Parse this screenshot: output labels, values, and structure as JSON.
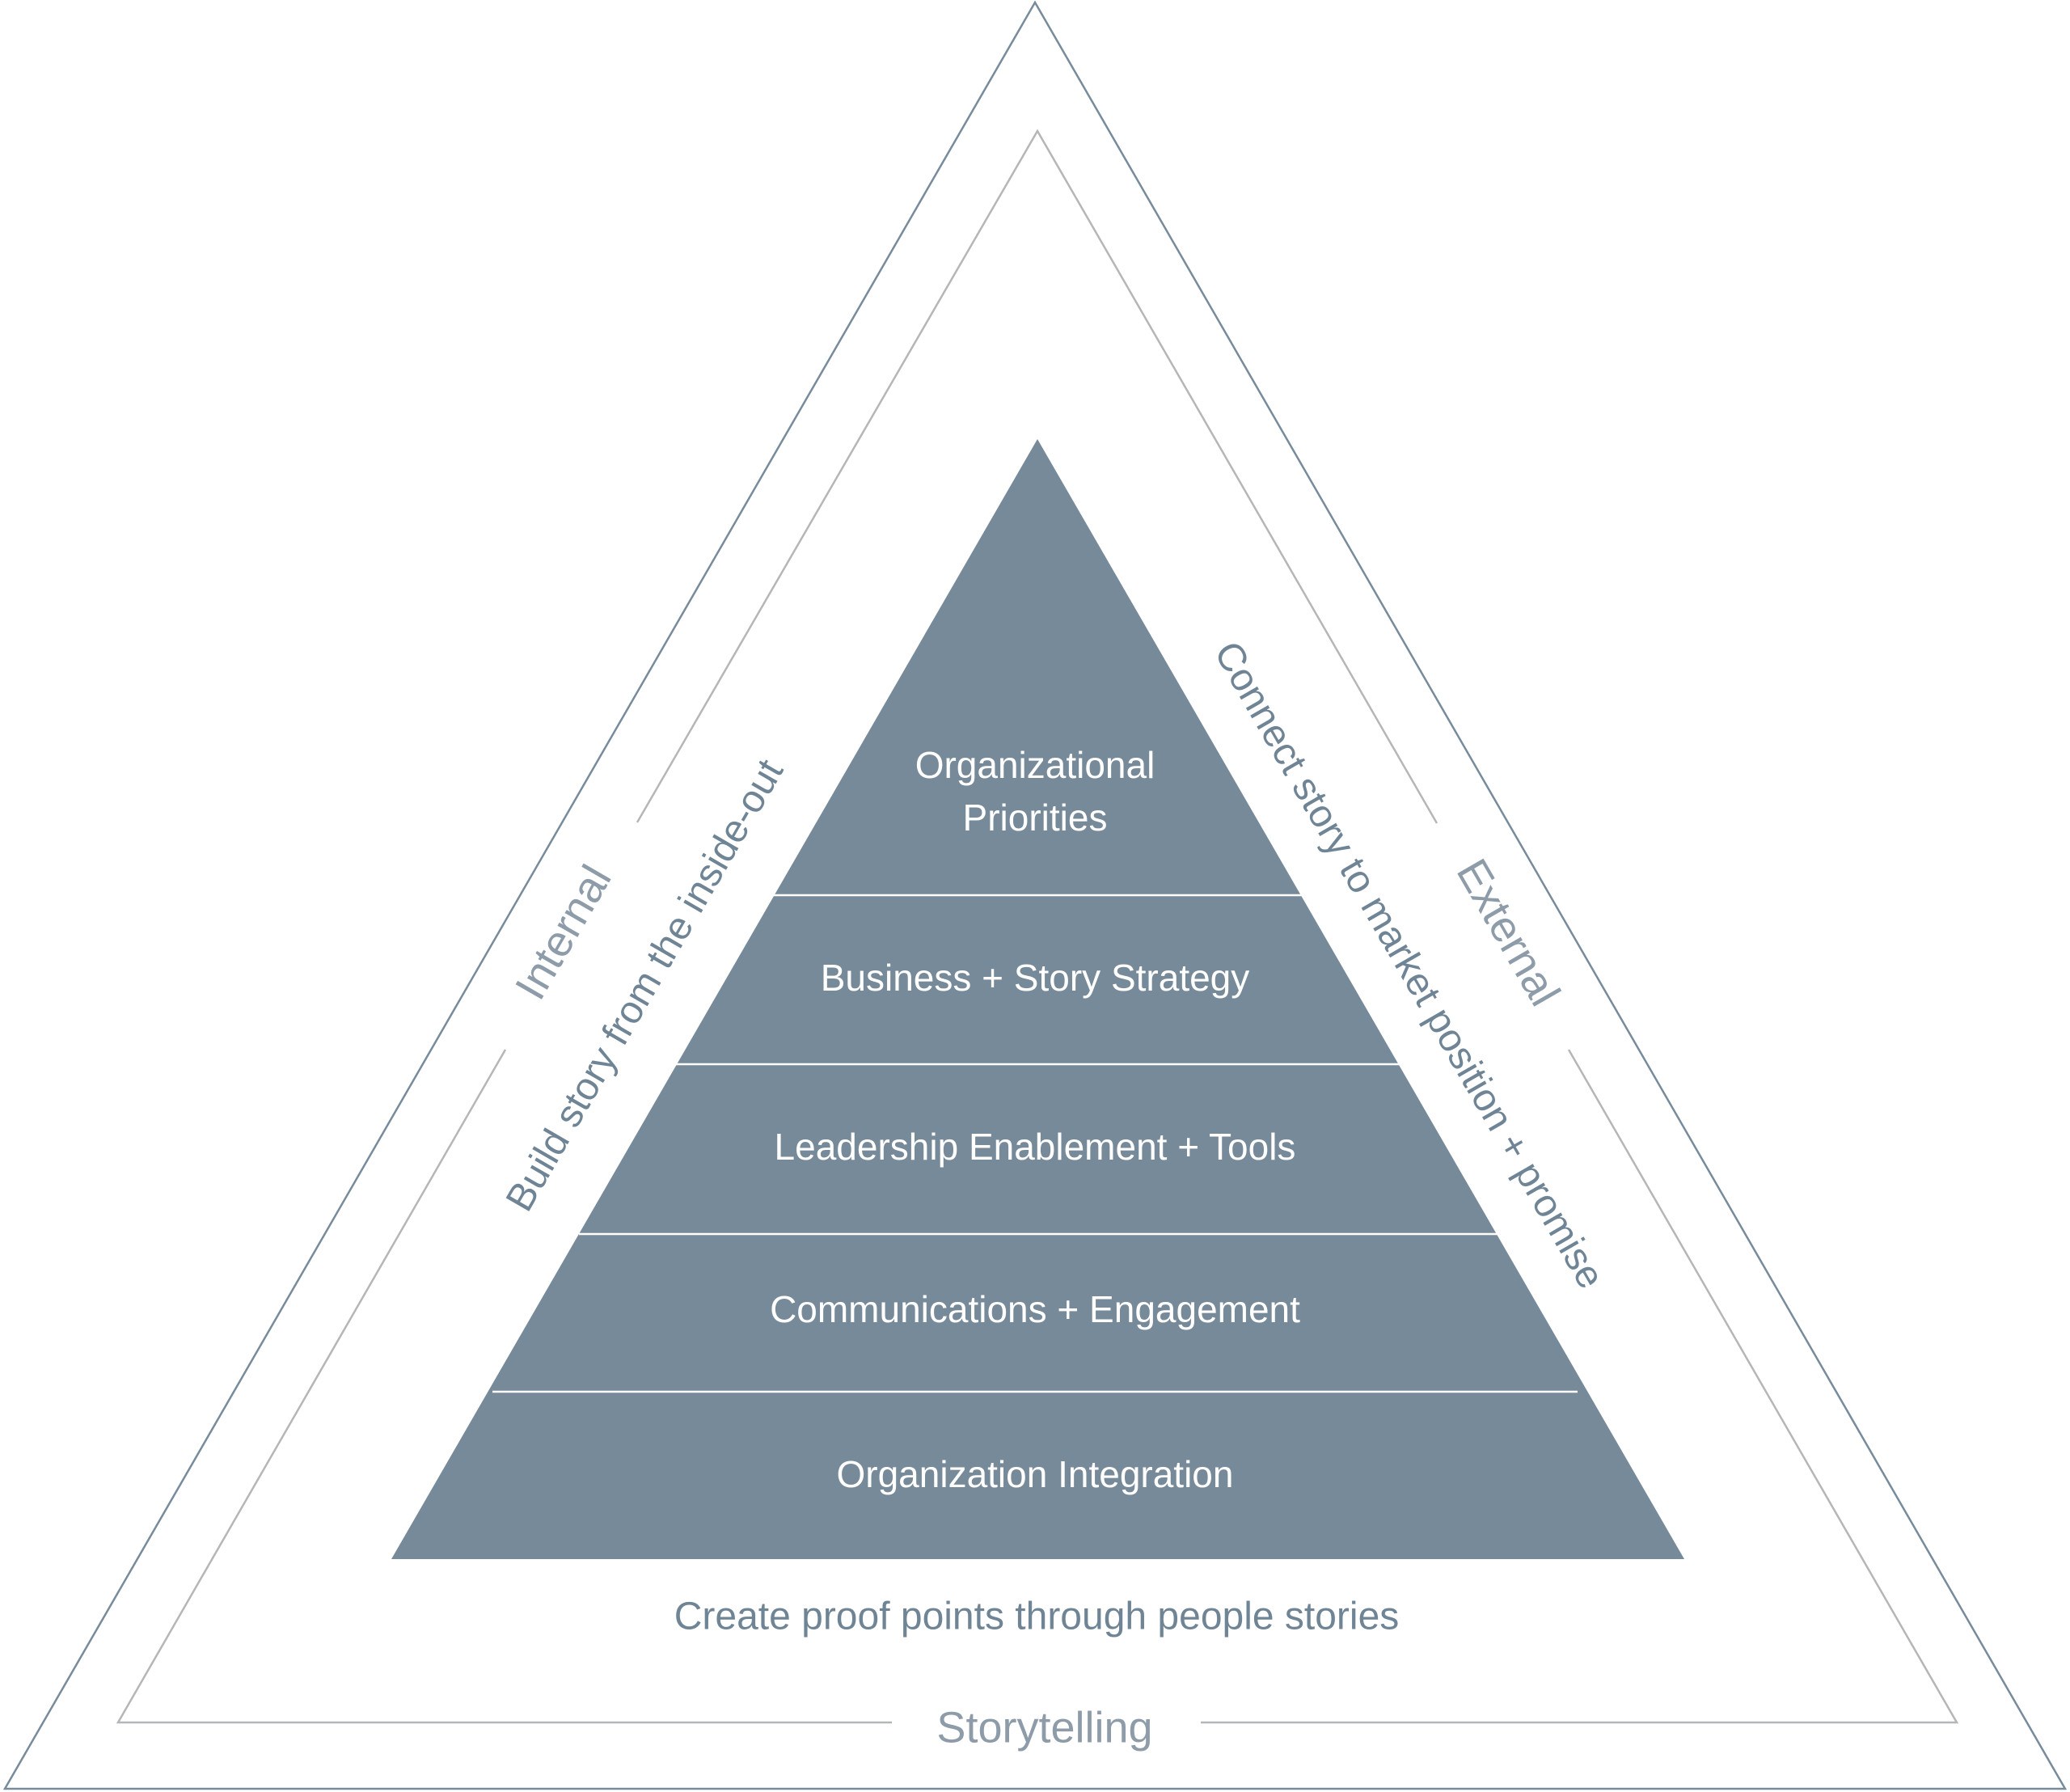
{
  "diagram": {
    "layers": [
      {
        "line1": "Organizational",
        "line2": "Priorities"
      },
      {
        "label": "Business + Story Strategy"
      },
      {
        "label": "Leadership Enablement + Tools"
      },
      {
        "label": "Communications + Engagement"
      },
      {
        "label": "Organization Integration"
      }
    ],
    "left_side_label": "Build story from the inside-out",
    "right_side_label": "Connect story to market position + promise",
    "inner_left_label": "Internal",
    "inner_right_label": "External",
    "base_label": "Create proof points through people stories",
    "outer_label": "Storytelling"
  },
  "colors": {
    "pyramid_fill": "#778a99",
    "outer_stroke": "#778b9b",
    "middle_stroke": "#b4b6b8",
    "divider": "#ffffff"
  }
}
